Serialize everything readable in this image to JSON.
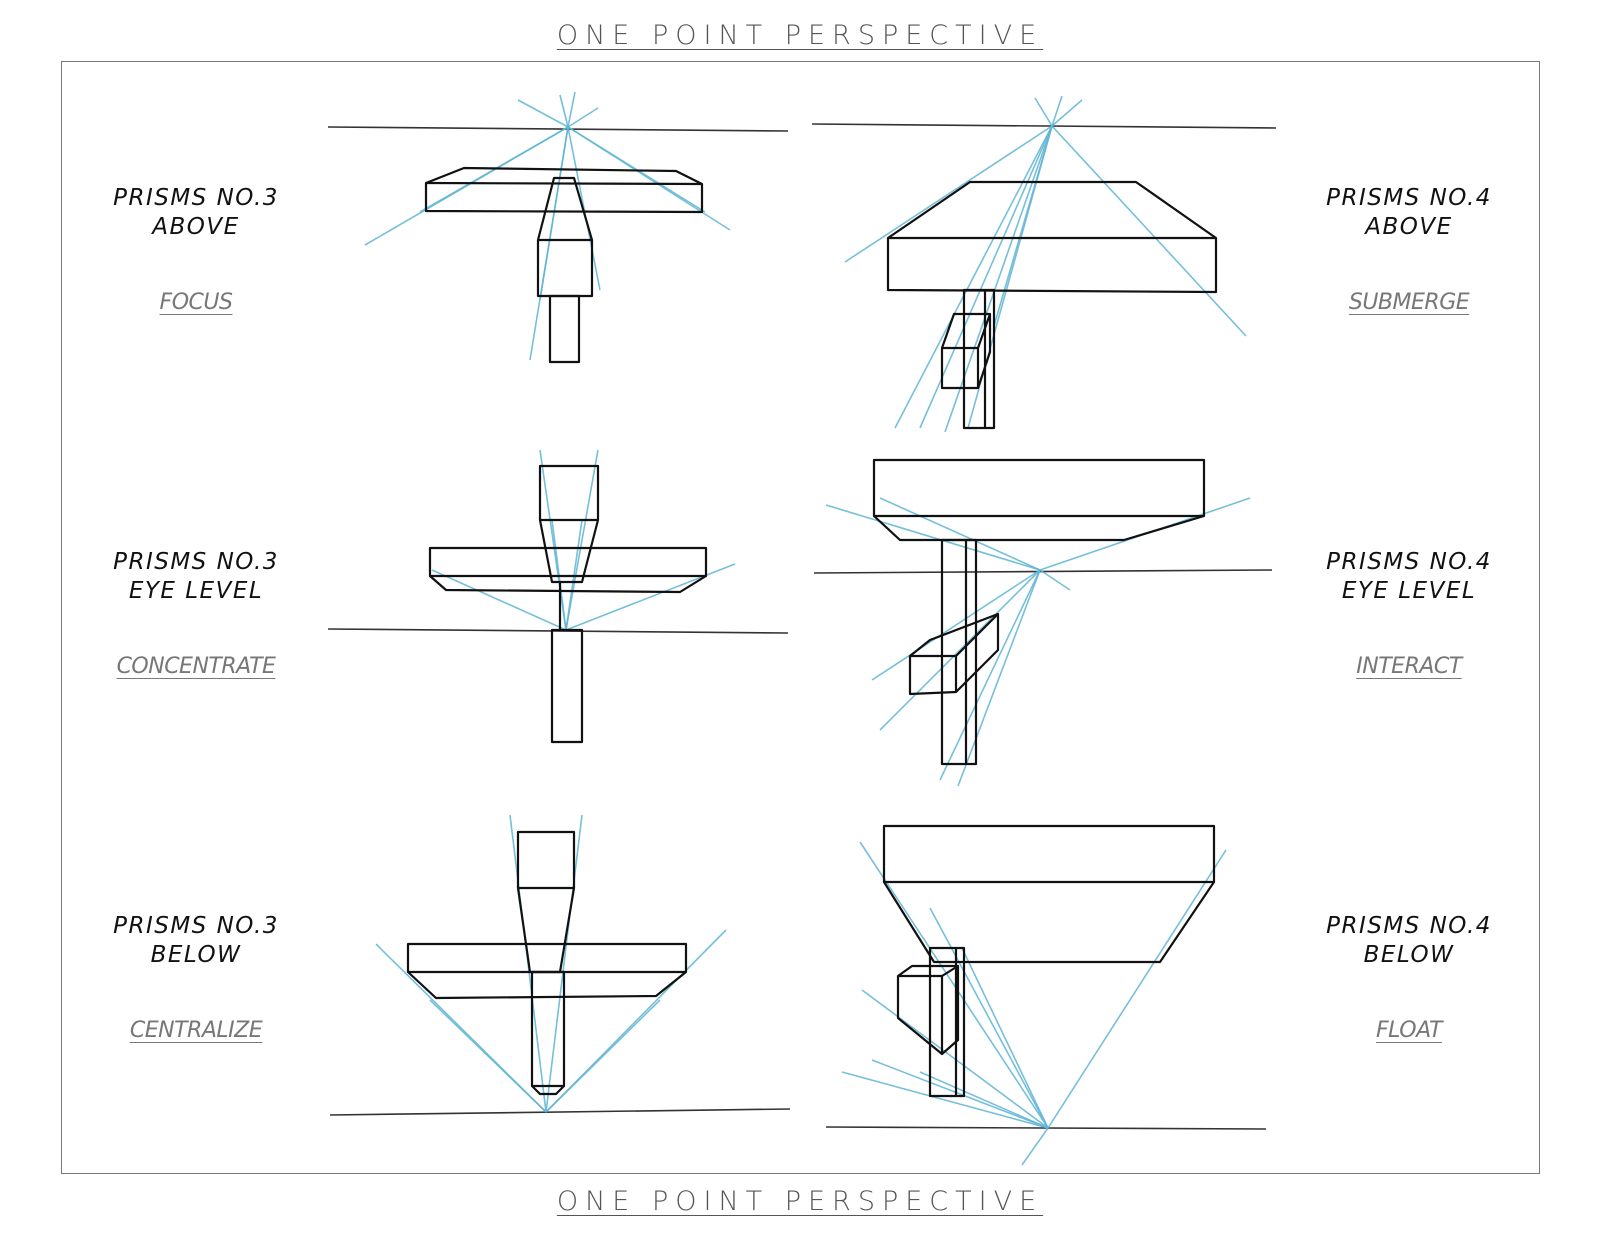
{
  "page": {
    "title": "ONE POINT PERSPECTIVE",
    "footer": "ONE POINT PERSPECTIVE"
  },
  "left_column": [
    {
      "line1": "PRISMS NO.3",
      "line2": "ABOVE",
      "word": "FOCUS"
    },
    {
      "line1": "PRISMS NO.3",
      "line2": "EYE LEVEL",
      "word": "CONCENTRATE"
    },
    {
      "line1": "PRISMS NO.3",
      "line2": "BELOW",
      "word": "CENTRALIZE"
    }
  ],
  "right_column": [
    {
      "line1": "PRISMS NO.4",
      "line2": "ABOVE",
      "word": "SUBMERGE"
    },
    {
      "line1": "PRISMS NO.4",
      "line2": "EYE LEVEL",
      "word": "INTERACT"
    },
    {
      "line1": "PRISMS NO.4",
      "line2": "BELOW",
      "word": "FLOAT"
    }
  ],
  "colors": {
    "construction": "#5fb5d4",
    "ink": "#111111",
    "label": "#777777"
  }
}
